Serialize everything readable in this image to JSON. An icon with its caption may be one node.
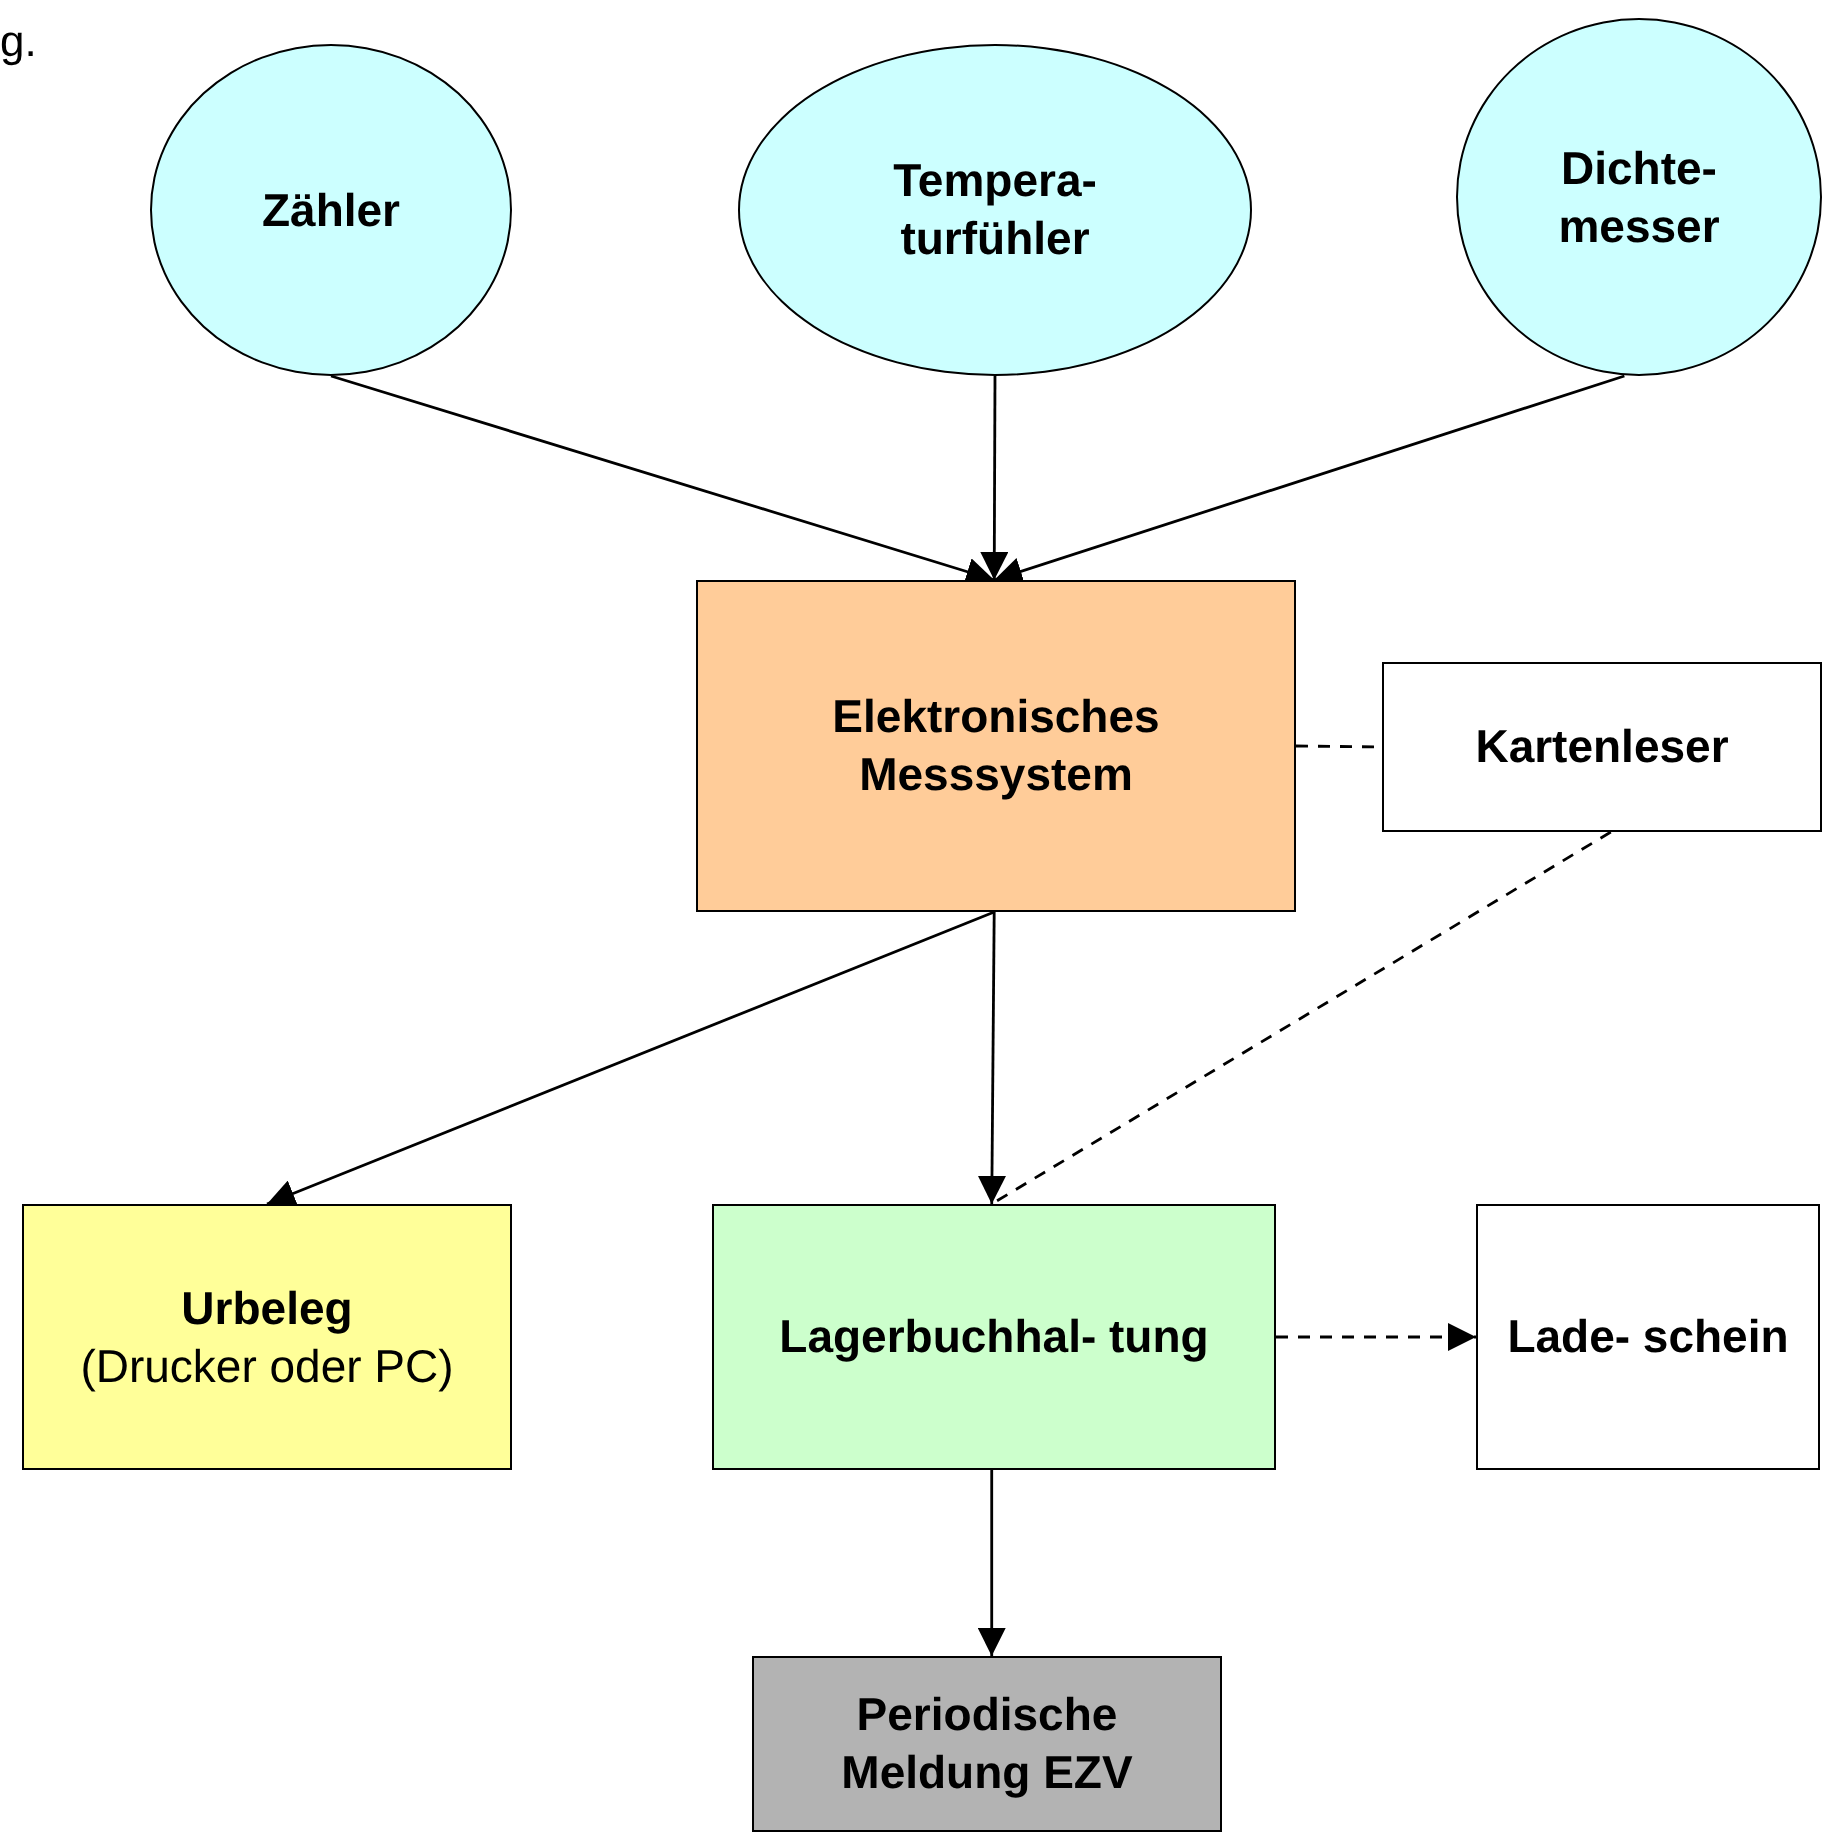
{
  "diagram": {
    "nodes": [
      {
        "text": [
          "Zähler"
        ]
      },
      {
        "text": [
          "Tempera- turfühler"
        ]
      },
      {
        "text": [
          "Dichte- messer"
        ]
      },
      {
        "text": [
          "Elektronisches Messsystem"
        ]
      },
      {
        "text": [
          "Kartenleser"
        ]
      },
      {
        "text": [
          "Urbeleg",
          "(Drucker oder PC)"
        ]
      },
      {
        "text": [
          "Lagerbuchhal- tung"
        ]
      },
      {
        "text": [
          "Lade- schein"
        ]
      },
      {
        "text": [
          "Periodische Meldung EZV"
        ]
      }
    ],
    "edges": [
      {
        "from": 0,
        "to": 3,
        "arrow": "to"
      },
      {
        "from": 1,
        "to": 3,
        "arrow": "to"
      },
      {
        "from": 2,
        "to": 3,
        "arrow": "to"
      },
      {
        "from": 3,
        "to": 4,
        "arrow": "none",
        "style": "dashed"
      },
      {
        "from": 3,
        "to": 5,
        "arrow": "to"
      },
      {
        "from": 3,
        "to": 6,
        "arrow": "to"
      },
      {
        "from": 4,
        "to": 6,
        "arrow": "none",
        "style": "dashed"
      },
      {
        "from": 6,
        "to": 7,
        "arrow": "to",
        "style": "dashed"
      },
      {
        "from": 6,
        "to": 8,
        "arrow": "to"
      }
    ],
    "labels": [
      "g."
    ]
  }
}
